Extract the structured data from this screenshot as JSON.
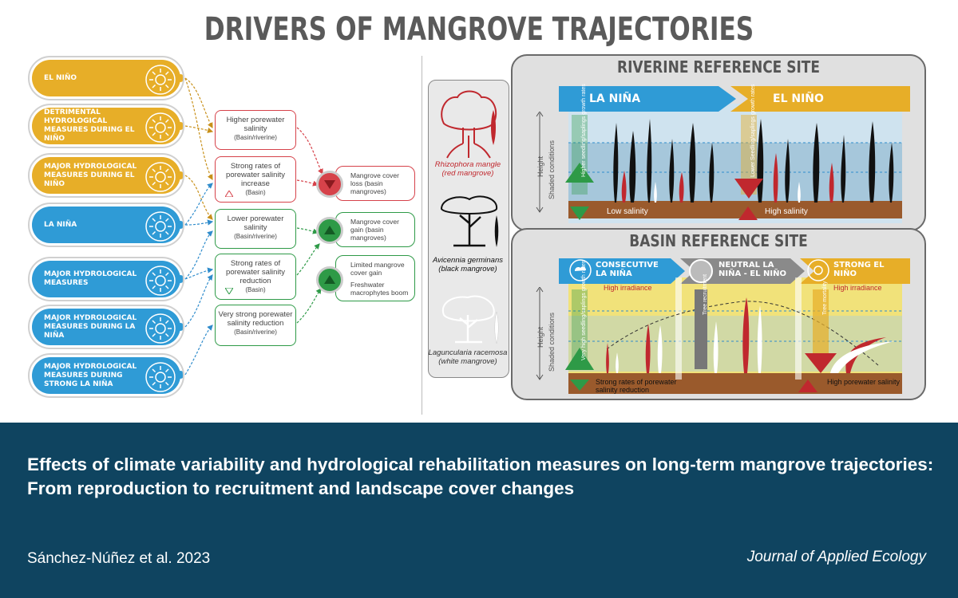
{
  "title": "DRIVERS OF MANGROVE TRAJECTORIES",
  "drivers": [
    {
      "label": "EL NIÑO",
      "color": "#e7ae28"
    },
    {
      "label": "DETRIMENTAL HYDROLOGICAL MEASURES DURING EL NIÑO",
      "color": "#e7ae28"
    },
    {
      "label": "MAJOR HYDROLOGICAL MEASURES DURING EL NIÑO",
      "color": "#e7ae28"
    },
    {
      "label": "LA NIÑA",
      "color": "#2f9bd6"
    },
    {
      "label": "MAJOR HYDROLOGICAL MEASURES",
      "color": "#2f9bd6"
    },
    {
      "label": "MAJOR HYDROLOGICAL MEASURES DURING LA NIÑA",
      "color": "#2f9bd6"
    },
    {
      "label": "MAJOR HYDROLOGICAL MEASURES DURING STRONG LA NIÑA",
      "color": "#2f9bd6"
    }
  ],
  "effects": [
    {
      "label": "Higher porewater salinity",
      "sub": "(Basin/riverine)",
      "color": "#d6424a"
    },
    {
      "label": "Strong rates of porewater salinity increase",
      "sub": "(Basin)",
      "color": "#d6424a"
    },
    {
      "label": "Lower porewater salinity",
      "sub": "(Basin/riverine)",
      "color": "#2e9a47"
    },
    {
      "label": "Strong rates of porewater salinity reduction",
      "sub": "(Basin)",
      "color": "#2e9a47"
    },
    {
      "label": "Very strong porewater salinity reduction",
      "sub": "(Basin/riverine)",
      "color": "#2e9a47"
    }
  ],
  "outcomes": [
    {
      "label": "Mangrove cover loss (basin mangroves)",
      "color": "#d6424a"
    },
    {
      "label": "Mangrove cover gain (basin mangroves)",
      "color": "#2e9a47"
    },
    {
      "label": "Limited mangrove cover gain",
      "label2": "Freshwater macrophytes boom",
      "color": "#2e9a47"
    }
  ],
  "species": [
    {
      "name": "Rhizophora mangle",
      "common": "(red mangrove)",
      "color": "#c0282e"
    },
    {
      "name": "Avicennia germinans",
      "common": "(black mangrove)",
      "color": "#111111"
    },
    {
      "name": "Laguncularia racemosa",
      "common": "(white mangrove)",
      "color": "#ffffff"
    }
  ],
  "riverine": {
    "title": "RIVERINE REFERENCE SITE",
    "la_nina": "LA NIÑA",
    "el_nino": "EL NIÑO",
    "arrow_left": "Higher seedling/saplings growth rates",
    "arrow_right": "Lower Seedling/saplings growth rates",
    "low_salinity": "Low salinity",
    "high_salinity": "High salinity",
    "height": "Height",
    "shaded": "Shaded conditions"
  },
  "basin": {
    "title": "BASIN REFERENCE SITE",
    "col1": "CONSECUTIVE LA NIÑA",
    "col2": "NEUTRAL LA NIÑA - EL NIÑO",
    "col3": "STRONG EL NIÑO",
    "irr1": "High irradiance",
    "irr3": "High irradiance",
    "arrow1": "Very high seedling/saplings growth rates",
    "arrow2": "Tree recruitment",
    "arrow3": "Tree mortality",
    "bottom_left": "Strong rates of porewater salinity reduction",
    "bottom_right": "High porewater salinity",
    "height": "Height",
    "shaded": "Shaded conditions"
  },
  "footer": {
    "title": "Effects of climate variability and hydrological rehabilitation measures on long-term mangrove trajectories: From reproduction to recruitment and landscape cover changes",
    "authors": "Sánchez-Núñez et al. 2023",
    "journal": "Journal of Applied Ecology"
  }
}
